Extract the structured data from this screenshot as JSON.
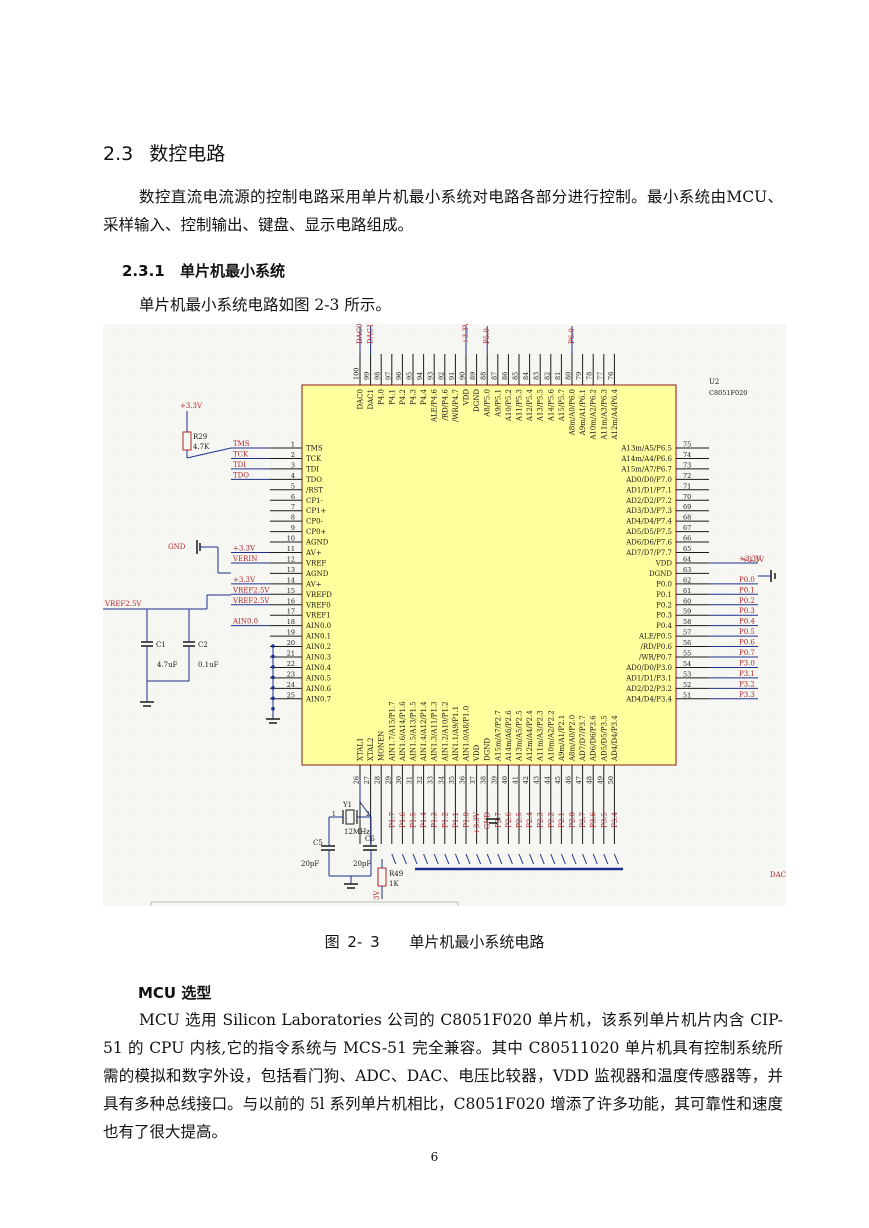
{
  "section": {
    "number": "2.3",
    "title": "数控电路"
  },
  "intro": "数控直流电流源的控制电路采用单片机最小系统对电路各部分进行控制。最小系统由MCU、采样输入、控制输出、键盘、显示电路组成。",
  "subsection": {
    "number": "2.3.1",
    "title": "单片机最小系统"
  },
  "subsection_text": "单片机最小系统电路如图 2-3 所示。",
  "figure": {
    "caption_number": "图 2- 3",
    "caption_title": "单片机最小系统电路",
    "schematic": {
      "chip_ref": "U2",
      "chip_part": "C8051F020",
      "left_pins": [
        {
          "n": "1",
          "name": "TMS",
          "net": "TMS"
        },
        {
          "n": "2",
          "name": "TCK",
          "net": "TCK"
        },
        {
          "n": "3",
          "name": "TDI",
          "net": "TDI"
        },
        {
          "n": "4",
          "name": "TDO",
          "net": "TDO"
        },
        {
          "n": "5",
          "name": "/RST",
          "net": ""
        },
        {
          "n": "6",
          "name": "CP1-",
          "net": ""
        },
        {
          "n": "7",
          "name": "CP1+",
          "net": ""
        },
        {
          "n": "8",
          "name": "CP0-",
          "net": ""
        },
        {
          "n": "9",
          "name": "CP0+",
          "net": ""
        },
        {
          "n": "10",
          "name": "AGND",
          "net": ""
        },
        {
          "n": "11",
          "name": "AV+",
          "net": "+3.3V"
        },
        {
          "n": "12",
          "name": "VREF",
          "net": "VERIN"
        },
        {
          "n": "13",
          "name": "AGND",
          "net": ""
        },
        {
          "n": "14",
          "name": "AV+",
          "net": "+3.3V"
        },
        {
          "n": "15",
          "name": "VREFD",
          "net": "VREF2.5V"
        },
        {
          "n": "16",
          "name": "VREF0",
          "net": "VREF2.5V"
        },
        {
          "n": "17",
          "name": "VREF1",
          "net": ""
        },
        {
          "n": "18",
          "name": "AIN0.0",
          "net": "AIN0.0"
        },
        {
          "n": "19",
          "name": "AIN0.1",
          "net": ""
        },
        {
          "n": "20",
          "name": "AIN0.2",
          "net": ""
        },
        {
          "n": "21",
          "name": "AIN0.3",
          "net": ""
        },
        {
          "n": "22",
          "name": "AIN0.4",
          "net": ""
        },
        {
          "n": "23",
          "name": "AIN0.5",
          "net": ""
        },
        {
          "n": "24",
          "name": "AIN0.6",
          "net": ""
        },
        {
          "n": "25",
          "name": "AIN0.7",
          "net": ""
        }
      ],
      "right_pins": [
        {
          "n": "75",
          "name": "A13m/A5/P6.5",
          "net": ""
        },
        {
          "n": "74",
          "name": "A14m/A4/P6.6",
          "net": ""
        },
        {
          "n": "73",
          "name": "A15m/A7/P6.7",
          "net": ""
        },
        {
          "n": "72",
          "name": "AD0/D0/P7.0",
          "net": ""
        },
        {
          "n": "71",
          "name": "AD1/D1/P7.1",
          "net": ""
        },
        {
          "n": "70",
          "name": "AD2/D2/P7.2",
          "net": ""
        },
        {
          "n": "69",
          "name": "AD3/D3/P7.3",
          "net": ""
        },
        {
          "n": "68",
          "name": "AD4/D4/P7.4",
          "net": ""
        },
        {
          "n": "67",
          "name": "AD5/D5/P7.5",
          "net": ""
        },
        {
          "n": "66",
          "name": "AD6/D6/P7.6",
          "net": ""
        },
        {
          "n": "65",
          "name": "AD7/D7/P7.7",
          "net": ""
        },
        {
          "n": "64",
          "name": "VDD",
          "net": "+3.3V"
        },
        {
          "n": "63",
          "name": "DGND",
          "net": ""
        },
        {
          "n": "62",
          "name": "P0.0",
          "net": "P0.0"
        },
        {
          "n": "61",
          "name": "P0.1",
          "net": "P0.1"
        },
        {
          "n": "60",
          "name": "P0.2",
          "net": "P0.2"
        },
        {
          "n": "59",
          "name": "P0.3",
          "net": "P0.3"
        },
        {
          "n": "58",
          "name": "P0.4",
          "net": "P0.4"
        },
        {
          "n": "57",
          "name": "ALE/P0.5",
          "net": "P0.5"
        },
        {
          "n": "56",
          "name": "/RD/P0.6",
          "net": "P0.6"
        },
        {
          "n": "55",
          "name": "/WR/P0.7",
          "net": "P0.7"
        },
        {
          "n": "54",
          "name": "AD0/D0/P3.0",
          "net": "P3.0"
        },
        {
          "n": "53",
          "name": "AD1/D1/P3.1",
          "net": "P3.1"
        },
        {
          "n": "52",
          "name": "AD2/D2/P3.2",
          "net": "P3.2"
        },
        {
          "n": "51",
          "name": "AD4/D4/P3.4",
          "net": "P3.3"
        }
      ],
      "top_pins": [
        {
          "n": "100",
          "name": "DAC0",
          "net": "DAC0"
        },
        {
          "n": "99",
          "name": "DAC1",
          "net": "DAC1"
        },
        {
          "n": "98",
          "name": "P4.0",
          "net": ""
        },
        {
          "n": "97",
          "name": "P4.1",
          "net": ""
        },
        {
          "n": "96",
          "name": "P4.2",
          "net": ""
        },
        {
          "n": "95",
          "name": "P4.3",
          "net": ""
        },
        {
          "n": "94",
          "name": "P4.4",
          "net": ""
        },
        {
          "n": "93",
          "name": "ALE/P4.6",
          "net": ""
        },
        {
          "n": "92",
          "name": "/RD/P4.6",
          "net": ""
        },
        {
          "n": "91",
          "name": "/WR/P4.7",
          "net": ""
        },
        {
          "n": "90",
          "name": "VDD",
          "net": "+3.3V"
        },
        {
          "n": "89",
          "name": "DGND",
          "net": ""
        },
        {
          "n": "88",
          "name": "A8/P5.0",
          "net": "P5.0"
        },
        {
          "n": "87",
          "name": "A9/P5.1",
          "net": ""
        },
        {
          "n": "86",
          "name": "A10/P5.2",
          "net": ""
        },
        {
          "n": "85",
          "name": "A11/P5.3",
          "net": ""
        },
        {
          "n": "84",
          "name": "A12/P5.4",
          "net": ""
        },
        {
          "n": "83",
          "name": "A13/P5.5",
          "net": ""
        },
        {
          "n": "82",
          "name": "A14/P5.6",
          "net": ""
        },
        {
          "n": "81",
          "name": "A15/P5.7",
          "net": ""
        },
        {
          "n": "80",
          "name": "A8m/A0/P6.0",
          "net": "P6.0"
        },
        {
          "n": "79",
          "name": "A9m/A1/P6.1",
          "net": ""
        },
        {
          "n": "78",
          "name": "A10m/A2/P6.2",
          "net": ""
        },
        {
          "n": "77",
          "name": "A11m/A3/P6.3",
          "net": ""
        },
        {
          "n": "76",
          "name": "A12m/A4/P6.4",
          "net": ""
        }
      ],
      "bottom_pins": [
        {
          "n": "26",
          "name": "XTAL1",
          "net": ""
        },
        {
          "n": "27",
          "name": "XTAL2",
          "net": ""
        },
        {
          "n": "28",
          "name": "MONEN",
          "net": ""
        },
        {
          "n": "29",
          "name": "AIN1.7/A15/P1.7",
          "net": "P1.7"
        },
        {
          "n": "30",
          "name": "AIN1.6/A14/P1.6",
          "net": "P1.6"
        },
        {
          "n": "31",
          "name": "AIN1.5/A13/P1.5",
          "net": "P1.5"
        },
        {
          "n": "32",
          "name": "AIN1.4/A12/P1.4",
          "net": "P1.4"
        },
        {
          "n": "33",
          "name": "AIN1.3/A11/P1.3",
          "net": "P1.3"
        },
        {
          "n": "34",
          "name": "AIN1.2/A10/P1.2",
          "net": "P1.2"
        },
        {
          "n": "35",
          "name": "AIN1.1/A9/P1.1",
          "net": "P1.1"
        },
        {
          "n": "36",
          "name": "AIN1.0/A8/P1.0",
          "net": "P1.0"
        },
        {
          "n": "37",
          "name": "VDD",
          "net": "+3.3V"
        },
        {
          "n": "38",
          "name": "DGND",
          "net": "GND"
        },
        {
          "n": "39",
          "name": "A15m/A7/P2.7",
          "net": "P2.7"
        },
        {
          "n": "40",
          "name": "A14m/A6/P2.6",
          "net": "P2.6"
        },
        {
          "n": "41",
          "name": "A13m/A5/P2.5",
          "net": "P2.5"
        },
        {
          "n": "42",
          "name": "A12m/A4/P2.4",
          "net": "P2.4"
        },
        {
          "n": "43",
          "name": "A11m/A3/P2.3",
          "net": "P2.3"
        },
        {
          "n": "44",
          "name": "A10m/A2/P2.2",
          "net": "P2.2"
        },
        {
          "n": "45",
          "name": "A9m/A1/P2.1",
          "net": "P2.1"
        },
        {
          "n": "46",
          "name": "A8m/A0/P2.0",
          "net": "P2.0"
        },
        {
          "n": "47",
          "name": "AD7/D7/P3.7",
          "net": "P3.7"
        },
        {
          "n": "48",
          "name": "AD6/D6/P3.6",
          "net": "P3.6"
        },
        {
          "n": "49",
          "name": "AD5/D5/P3.5",
          "net": "P3.5"
        },
        {
          "n": "50",
          "name": "AD4/D4/P3.4",
          "net": "P3.4"
        }
      ],
      "labels": {
        "r29_supply": "+3.3V",
        "r29_ref": "R29",
        "r29_val": "4.7K",
        "gnd": "GND",
        "vref_net": "VREF2.5V",
        "c1_ref": "C1",
        "c1_val": "4.7uF",
        "c2_ref": "C2",
        "c2_val": "0.1uF",
        "y1_ref": "Y1",
        "y1_val": "12MHz",
        "y1_pin1": "1",
        "y1_pin2": "2",
        "c5_ref": "C5",
        "c5_val": "20pF",
        "c6_ref": "C6",
        "c6_val": "20pF",
        "r49_ref": "R49",
        "r49_val": "1K",
        "r49_supply": "3V",
        "right_supply": "+3.3V",
        "dac_edge": "DAC"
      }
    }
  },
  "mcu_heading": "MCU 选型",
  "mcu_text": "MCU 选用 Silicon Laboratories 公司的 C8051F020 单片机，该系列单片机片内含 CIP-51 的 CPU 内核,它的指令系统与 MCS-51 完全兼容。其中 C80511020 单片机具有控制系统所需的模拟和数字外设，包括看门狗、ADC、DAC、电压比较器，VDD 监视器和温度传感器等，并具有多种总线接口。与以前的 5l 系列单片机相比，C8051F020 增添了许多功能，其可靠性和速度也有了很大提高。",
  "page_number": "6"
}
